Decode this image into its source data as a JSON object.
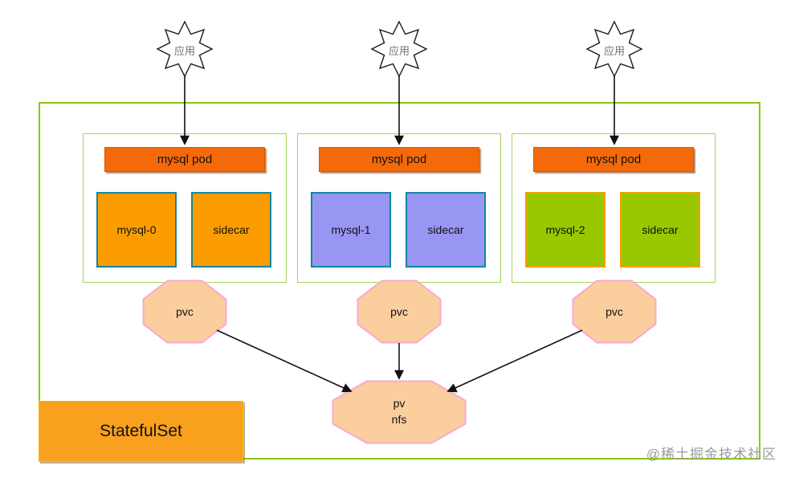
{
  "diagram": {
    "apps": [
      {
        "label": "应用"
      },
      {
        "label": "应用"
      },
      {
        "label": "应用"
      }
    ],
    "groups": [
      {
        "pod_label": "mysql pod",
        "containers": [
          {
            "label": "mysql-0"
          },
          {
            "label": "sidecar"
          }
        ],
        "container_color": "#FB9D00",
        "container_border": "#0F87A0"
      },
      {
        "pod_label": "mysql pod",
        "containers": [
          {
            "label": "mysql-1"
          },
          {
            "label": "sidecar"
          }
        ],
        "container_color": "#9996F3",
        "container_border": "#0F87A0"
      },
      {
        "pod_label": "mysql pod",
        "containers": [
          {
            "label": "mysql-2"
          },
          {
            "label": "sidecar"
          }
        ],
        "container_color": "#9AC800",
        "container_border": "#F5A000"
      }
    ],
    "pvcs": [
      {
        "label": "pvc"
      },
      {
        "label": "pvc"
      },
      {
        "label": "pvc"
      }
    ],
    "pv": {
      "line1": "pv",
      "line2": "nfs"
    },
    "statefulset_label": "StatefulSet",
    "watermark": "@稀土掘金技术社区",
    "colors": {
      "outer_border_green": "#89C90B",
      "group_border_green": "#A3D35C",
      "pod_bar_orange": "#F4690A",
      "statefulset_orange": "#F9A01E",
      "octagon_fill_peach": "#FBCE9D",
      "octagon_border_pink": "#F9A8D2",
      "arrow_black": "#111111",
      "star_fill": "#FFFFFF",
      "star_stroke": "#1A1A1A"
    }
  }
}
